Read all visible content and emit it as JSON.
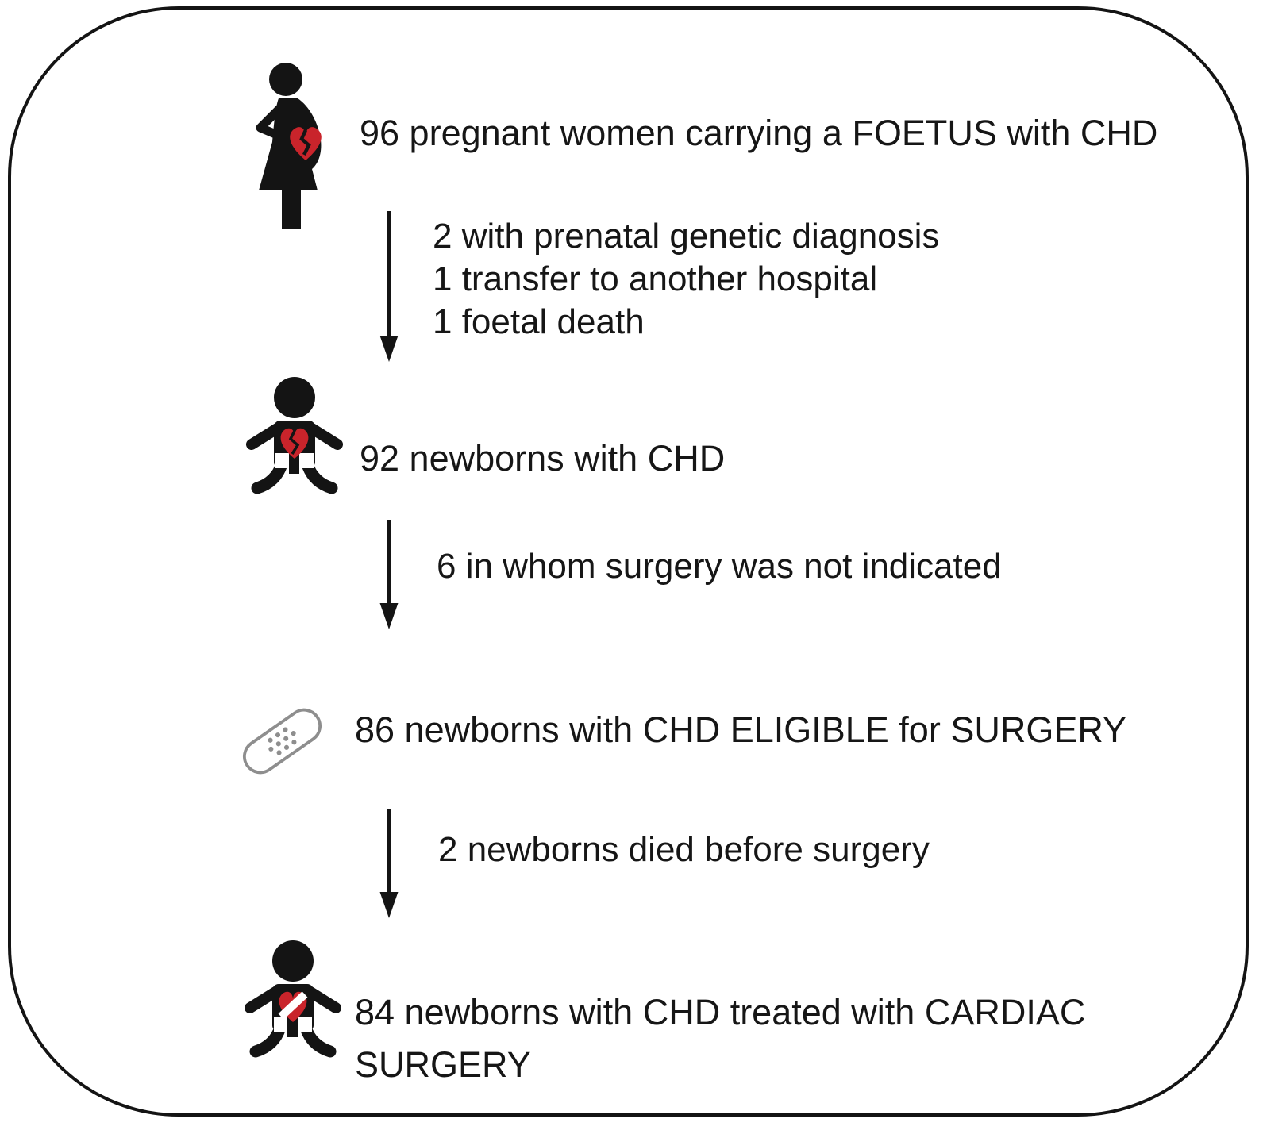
{
  "figure": {
    "type": "patient-flow-diagram",
    "border_color": "#141414",
    "colors": {
      "icon_black": "#141414",
      "heart_red": "#c9242b",
      "bandage_outline": "#8e8e8e",
      "text": "#161616"
    },
    "nodes": [
      {
        "id": "pregnant-women",
        "icon": "pregnant-woman-broken-heart-icon",
        "count": 96,
        "label": "96 pregnant women carrying a FOETUS with CHD"
      },
      {
        "id": "newborns-with-chd",
        "icon": "baby-broken-heart-icon",
        "count": 92,
        "label": "92 newborns with CHD"
      },
      {
        "id": "eligible-for-surgery",
        "icon": "adhesive-bandage-icon",
        "count": 86,
        "label": "86 newborns with CHD ELIGIBLE for SURGERY"
      },
      {
        "id": "treated-with-cardiac-surgery",
        "icon": "baby-patched-heart-icon",
        "count": 84,
        "label": "84 newborns with CHD treated with CARDIAC SURGERY"
      }
    ],
    "transitions": [
      {
        "from": 96,
        "to": 92,
        "exclusions": [
          "2 with prenatal genetic diagnosis",
          "1 transfer to another hospital",
          "1 foetal death"
        ]
      },
      {
        "from": 92,
        "to": 86,
        "exclusions": [
          "6 in whom surgery was not indicated"
        ]
      },
      {
        "from": 86,
        "to": 84,
        "exclusions": [
          "2 newborns died before surgery"
        ]
      }
    ]
  }
}
